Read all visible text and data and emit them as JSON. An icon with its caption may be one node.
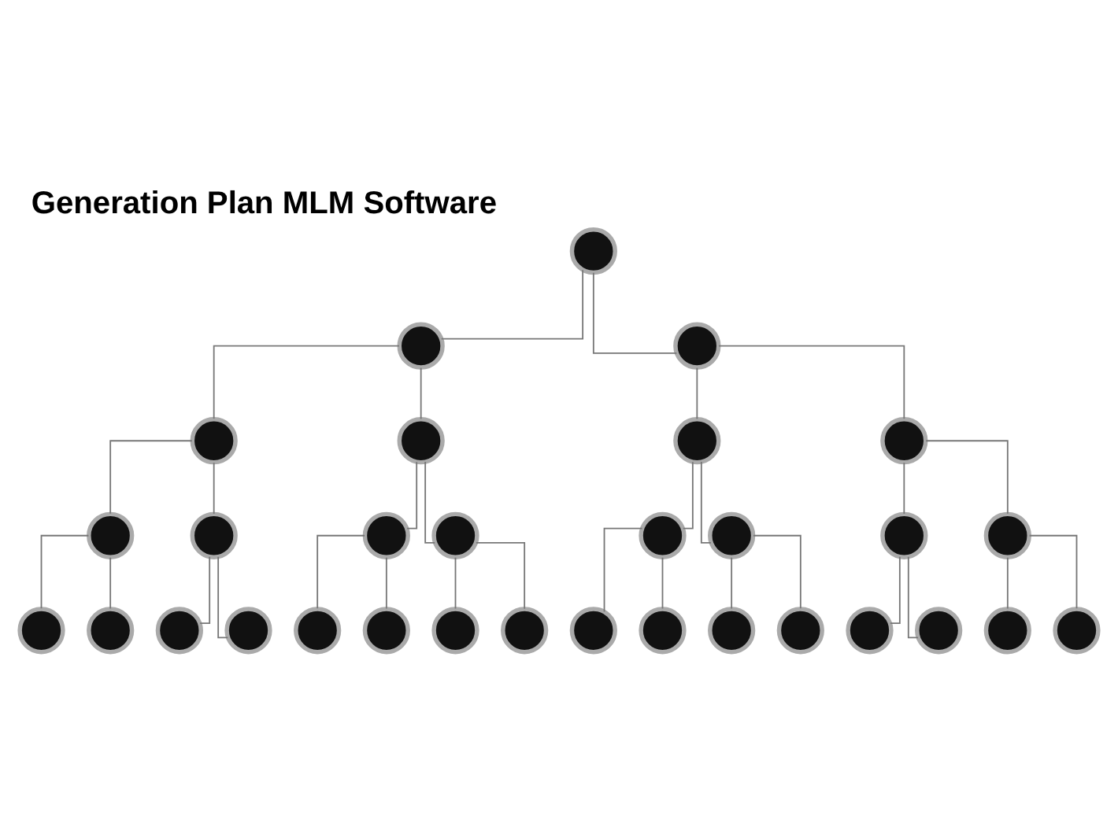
{
  "diagram": {
    "title": "Generation Plan MLM Software",
    "nodes": [
      {
        "text": [],
        "shape": "person"
      },
      {
        "text": [],
        "shape": "person"
      },
      {
        "text": [],
        "shape": "person"
      },
      {
        "text": [],
        "shape": "person"
      },
      {
        "text": [],
        "shape": "person"
      },
      {
        "text": [],
        "shape": "person"
      },
      {
        "text": [],
        "shape": "person"
      },
      {
        "text": [],
        "shape": "person"
      },
      {
        "text": [],
        "shape": "person"
      },
      {
        "text": [],
        "shape": "person"
      },
      {
        "text": [],
        "shape": "person"
      },
      {
        "text": [],
        "shape": "person"
      },
      {
        "text": [],
        "shape": "person"
      },
      {
        "text": [],
        "shape": "person"
      },
      {
        "text": [],
        "shape": "person"
      },
      {
        "text": [],
        "shape": "person"
      },
      {
        "text": [],
        "shape": "person"
      },
      {
        "text": [],
        "shape": "person"
      },
      {
        "text": [],
        "shape": "person"
      },
      {
        "text": [],
        "shape": "person"
      },
      {
        "text": [],
        "shape": "person"
      },
      {
        "text": [],
        "shape": "person"
      },
      {
        "text": [],
        "shape": "person"
      },
      {
        "text": [],
        "shape": "person"
      },
      {
        "text": [],
        "shape": "person"
      },
      {
        "text": [],
        "shape": "person"
      },
      {
        "text": [],
        "shape": "person"
      },
      {
        "text": [],
        "shape": "person"
      },
      {
        "text": [],
        "shape": "person"
      },
      {
        "text": [],
        "shape": "person"
      },
      {
        "text": [],
        "shape": "person"
      }
    ],
    "edges": [
      {
        "from": 0,
        "to": 1,
        "arrow": "none"
      },
      {
        "from": 0,
        "to": 2,
        "arrow": "none"
      },
      {
        "from": 1,
        "to": 3,
        "arrow": "none"
      },
      {
        "from": 1,
        "to": 4,
        "arrow": "none"
      },
      {
        "from": 2,
        "to": 5,
        "arrow": "none"
      },
      {
        "from": 2,
        "to": 6,
        "arrow": "none"
      },
      {
        "from": 3,
        "to": 7,
        "arrow": "none"
      },
      {
        "from": 3,
        "to": 8,
        "arrow": "none"
      },
      {
        "from": 4,
        "to": 9,
        "arrow": "none"
      },
      {
        "from": 4,
        "to": 10,
        "arrow": "none"
      },
      {
        "from": 5,
        "to": 11,
        "arrow": "none"
      },
      {
        "from": 5,
        "to": 12,
        "arrow": "none"
      },
      {
        "from": 6,
        "to": 13,
        "arrow": "none"
      },
      {
        "from": 6,
        "to": 14,
        "arrow": "none"
      },
      {
        "from": 7,
        "to": 15,
        "arrow": "none"
      },
      {
        "from": 7,
        "to": 16,
        "arrow": "none"
      },
      {
        "from": 8,
        "to": 17,
        "arrow": "none"
      },
      {
        "from": 8,
        "to": 18,
        "arrow": "none"
      },
      {
        "from": 9,
        "to": 19,
        "arrow": "none"
      },
      {
        "from": 9,
        "to": 20,
        "arrow": "none"
      },
      {
        "from": 10,
        "to": 21,
        "arrow": "none"
      },
      {
        "from": 10,
        "to": 22,
        "arrow": "none"
      },
      {
        "from": 11,
        "to": 23,
        "arrow": "none"
      },
      {
        "from": 11,
        "to": 24,
        "arrow": "none"
      },
      {
        "from": 12,
        "to": 25,
        "arrow": "none"
      },
      {
        "from": 12,
        "to": 26,
        "arrow": "none"
      },
      {
        "from": 13,
        "to": 27,
        "arrow": "none"
      },
      {
        "from": 13,
        "to": 28,
        "arrow": "none"
      },
      {
        "from": 14,
        "to": 29,
        "arrow": "none"
      },
      {
        "from": 14,
        "to": 30,
        "arrow": "none"
      }
    ]
  }
}
